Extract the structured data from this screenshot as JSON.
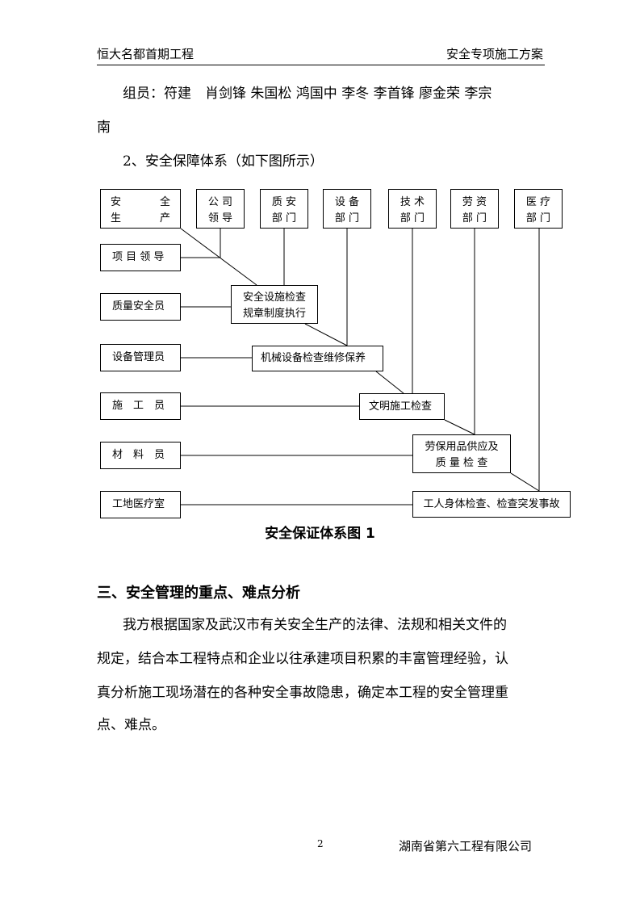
{
  "header": {
    "left": "恒大名都首期工程",
    "right": "安全专项施工方案"
  },
  "members": {
    "line1": "组员：符建　肖剑锋 朱国松 鸿国中 李冬 李首锋 廖金荣 李宗",
    "line2": "南"
  },
  "subheading": "2、安全保障体系（如下图所示）",
  "diagram": {
    "top_boxes": [
      {
        "l1a": "安",
        "l1b": "全",
        "l2a": "生",
        "l2b": "产"
      },
      {
        "l1": "公 司",
        "l2": "领 导"
      },
      {
        "l1": "质 安",
        "l2": "部 门"
      },
      {
        "l1": "设 备",
        "l2": "部 门"
      },
      {
        "l1": "技 术",
        "l2": "部 门"
      },
      {
        "l1": "劳 资",
        "l2": "部 门"
      },
      {
        "l1": "医 疗",
        "l2": "部 门"
      }
    ],
    "left_boxes": [
      "项 目 领 导",
      "质量安全员",
      "设备管理员",
      "施　工　员",
      "材　料　员",
      "工地医疗室"
    ],
    "mid_boxes": {
      "safety_l1": "安全设施检查",
      "safety_l2": "规章制度执行",
      "mech": "机械设备检查维修保养",
      "civil": "文明施工检查",
      "labor_l1": "劳保用品供应及",
      "labor_l2": "质 量 检 查",
      "health": "工人身体检查、检查突发事故"
    },
    "caption": "安全保证体系图 1"
  },
  "section": {
    "title": "三、安全管理的重点、难点分析",
    "lines": [
      "我方根据国家及武汉市有关安全生产的法律、法规和相关文件的",
      "规定，结合本工程特点和企业以往承建项目积累的丰富管理经验，认",
      "真分析施工现场潜在的各种安全事故隐患，确定本工程的安全管理重",
      "点、难点。"
    ]
  },
  "footer": {
    "page": "2",
    "company": "湖南省第六工程有限公司"
  }
}
